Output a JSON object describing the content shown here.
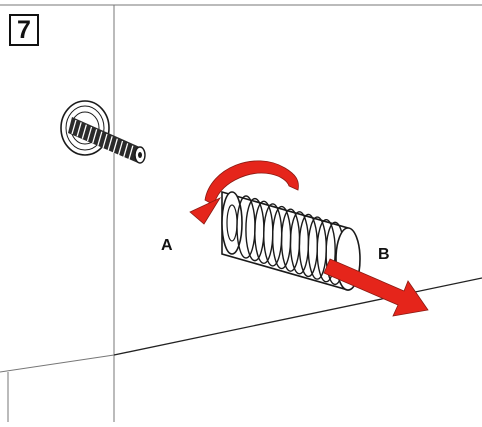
{
  "figure": {
    "step_number": "7",
    "labels": {
      "a": "A",
      "b": "B"
    },
    "colors": {
      "arrow": "#e5251b",
      "line": "#1a1a1a",
      "wall_edge": "#777777",
      "background": "#ffffff"
    },
    "icons": [
      "rotate-arrow-icon",
      "pull-arrow-icon",
      "threaded-rod-icon",
      "threaded-sleeve-icon",
      "wall-ring-icon"
    ]
  }
}
